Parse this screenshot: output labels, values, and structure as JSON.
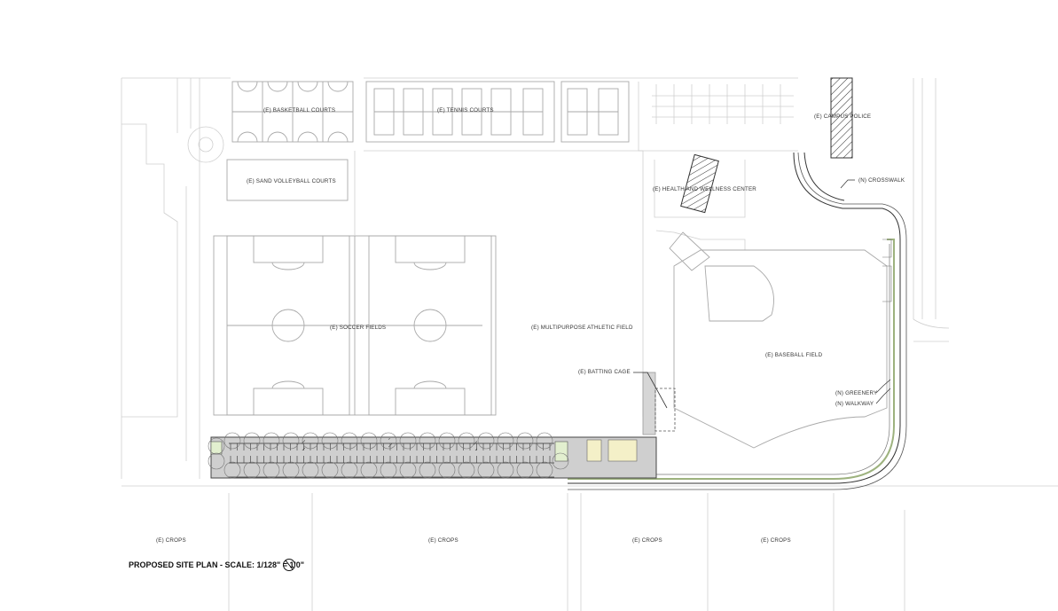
{
  "labels": {
    "basketball": "(E) BASKETBALL COURTS",
    "tennis": "(E) TENNIS COURTS",
    "campus_police": "(E) CAMPUS POLICE",
    "sand_volleyball": "(E) SAND VOLLEYBALL COURTS",
    "health_wellness": "(E) HEALTH AND WELLNESS CENTER",
    "crosswalk": "(N) CROSSWALK",
    "soccer": "(E) SOCCER FIELDS",
    "multipurpose": "(E) MULTIPURPOSE ATHLETIC FIELD",
    "batting_cage": "(E) BATTING CAGE",
    "baseball": "(E) BASEBALL FIELD",
    "greenery": "(N) GREENERY",
    "walkway": "(N) WALKWAY",
    "crops_1": "(E) CROPS",
    "crops_2": "(E) CROPS",
    "crops_3": "(E) CROPS",
    "crops_4": "(E) CROPS"
  },
  "title": "PROPOSED SITE PLAN - SCALE: 1/128\" = 1'0\"",
  "icons": {
    "north_arrow": "north-arrow-icon"
  },
  "colors": {
    "paving": "#cfcfcf",
    "greenery": "#e2efcf",
    "hatch": "#333333",
    "linework": "#bdbdbd"
  }
}
